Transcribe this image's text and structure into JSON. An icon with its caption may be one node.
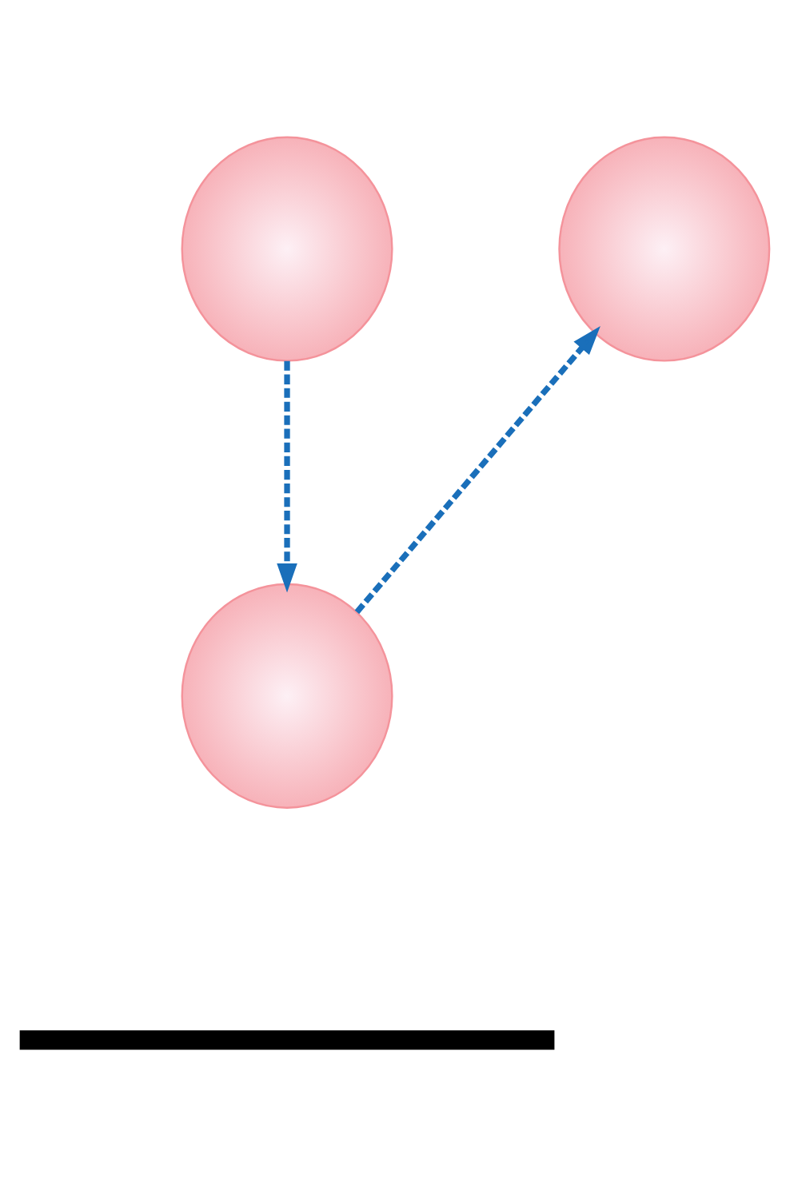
{
  "diagram": {
    "nodes": [
      {
        "text": [],
        "shape": "circle"
      },
      {
        "text": [],
        "shape": "circle"
      },
      {
        "text": [],
        "shape": "circle"
      },
      {
        "text": [],
        "shape": "bar"
      }
    ],
    "edges": [
      {
        "from": 0,
        "to": 2,
        "arrow": "to",
        "style": "dashed"
      },
      {
        "from": 2,
        "to": 1,
        "arrow": "to",
        "style": "dashed"
      }
    ]
  }
}
